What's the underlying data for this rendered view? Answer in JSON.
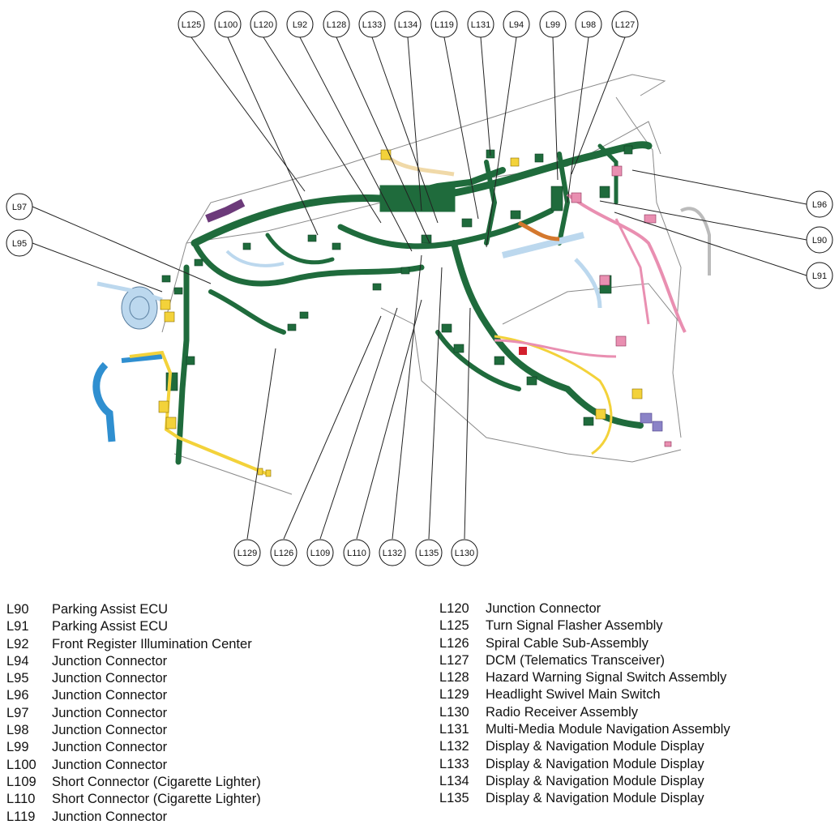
{
  "colors": {
    "harness_green": "#1f6b3c",
    "connector_yellow": "#f3d23a",
    "connector_blue": "#2f8fd0",
    "connector_light_blue": "#bcd8ee",
    "connector_pink": "#e98fb1",
    "connector_purple": "#6c3a7a",
    "connector_orange": "#d4782e",
    "outline_gray": "#777777"
  },
  "callouts": {
    "top": [
      "L125",
      "L100",
      "L120",
      "L92",
      "L128",
      "L133",
      "L134",
      "L119",
      "L131",
      "L94",
      "L99",
      "L98",
      "L127"
    ],
    "left": [
      "L97",
      "L95"
    ],
    "right": [
      "L96",
      "L90",
      "L91"
    ],
    "bottom": [
      "L129",
      "L126",
      "L109",
      "L110",
      "L132",
      "L135",
      "L130"
    ]
  },
  "legend": {
    "left": [
      {
        "code": "L90",
        "name": "Parking Assist ECU"
      },
      {
        "code": "L91",
        "name": "Parking Assist ECU"
      },
      {
        "code": "L92",
        "name": "Front Register Illumination Center"
      },
      {
        "code": "L94",
        "name": "Junction Connector"
      },
      {
        "code": "L95",
        "name": "Junction Connector"
      },
      {
        "code": "L96",
        "name": "Junction Connector"
      },
      {
        "code": "L97",
        "name": "Junction Connector"
      },
      {
        "code": "L98",
        "name": "Junction Connector"
      },
      {
        "code": "L99",
        "name": "Junction Connector"
      },
      {
        "code": "L100",
        "name": "Junction Connector"
      },
      {
        "code": "L109",
        "name": "Short Connector (Cigarette Lighter)"
      },
      {
        "code": "L110",
        "name": "Short Connector (Cigarette Lighter)"
      },
      {
        "code": "L119",
        "name": "Junction Connector"
      }
    ],
    "right": [
      {
        "code": "L120",
        "name": "Junction Connector"
      },
      {
        "code": "L125",
        "name": "Turn Signal Flasher Assembly"
      },
      {
        "code": "L126",
        "name": "Spiral Cable Sub-Assembly"
      },
      {
        "code": "L127",
        "name": "DCM (Telematics Transceiver)"
      },
      {
        "code": "L128",
        "name": "Hazard Warning Signal Switch Assembly"
      },
      {
        "code": "L129",
        "name": "Headlight Swivel Main Switch"
      },
      {
        "code": "L130",
        "name": "Radio Receiver Assembly"
      },
      {
        "code": "L131",
        "name": "Multi-Media Module Navigation Assembly"
      },
      {
        "code": "L132",
        "name": "Display & Navigation Module Display"
      },
      {
        "code": "L133",
        "name": "Display & Navigation Module Display"
      },
      {
        "code": "L134",
        "name": "Display & Navigation Module Display"
      },
      {
        "code": "L135",
        "name": "Display & Navigation Module Display"
      }
    ]
  }
}
